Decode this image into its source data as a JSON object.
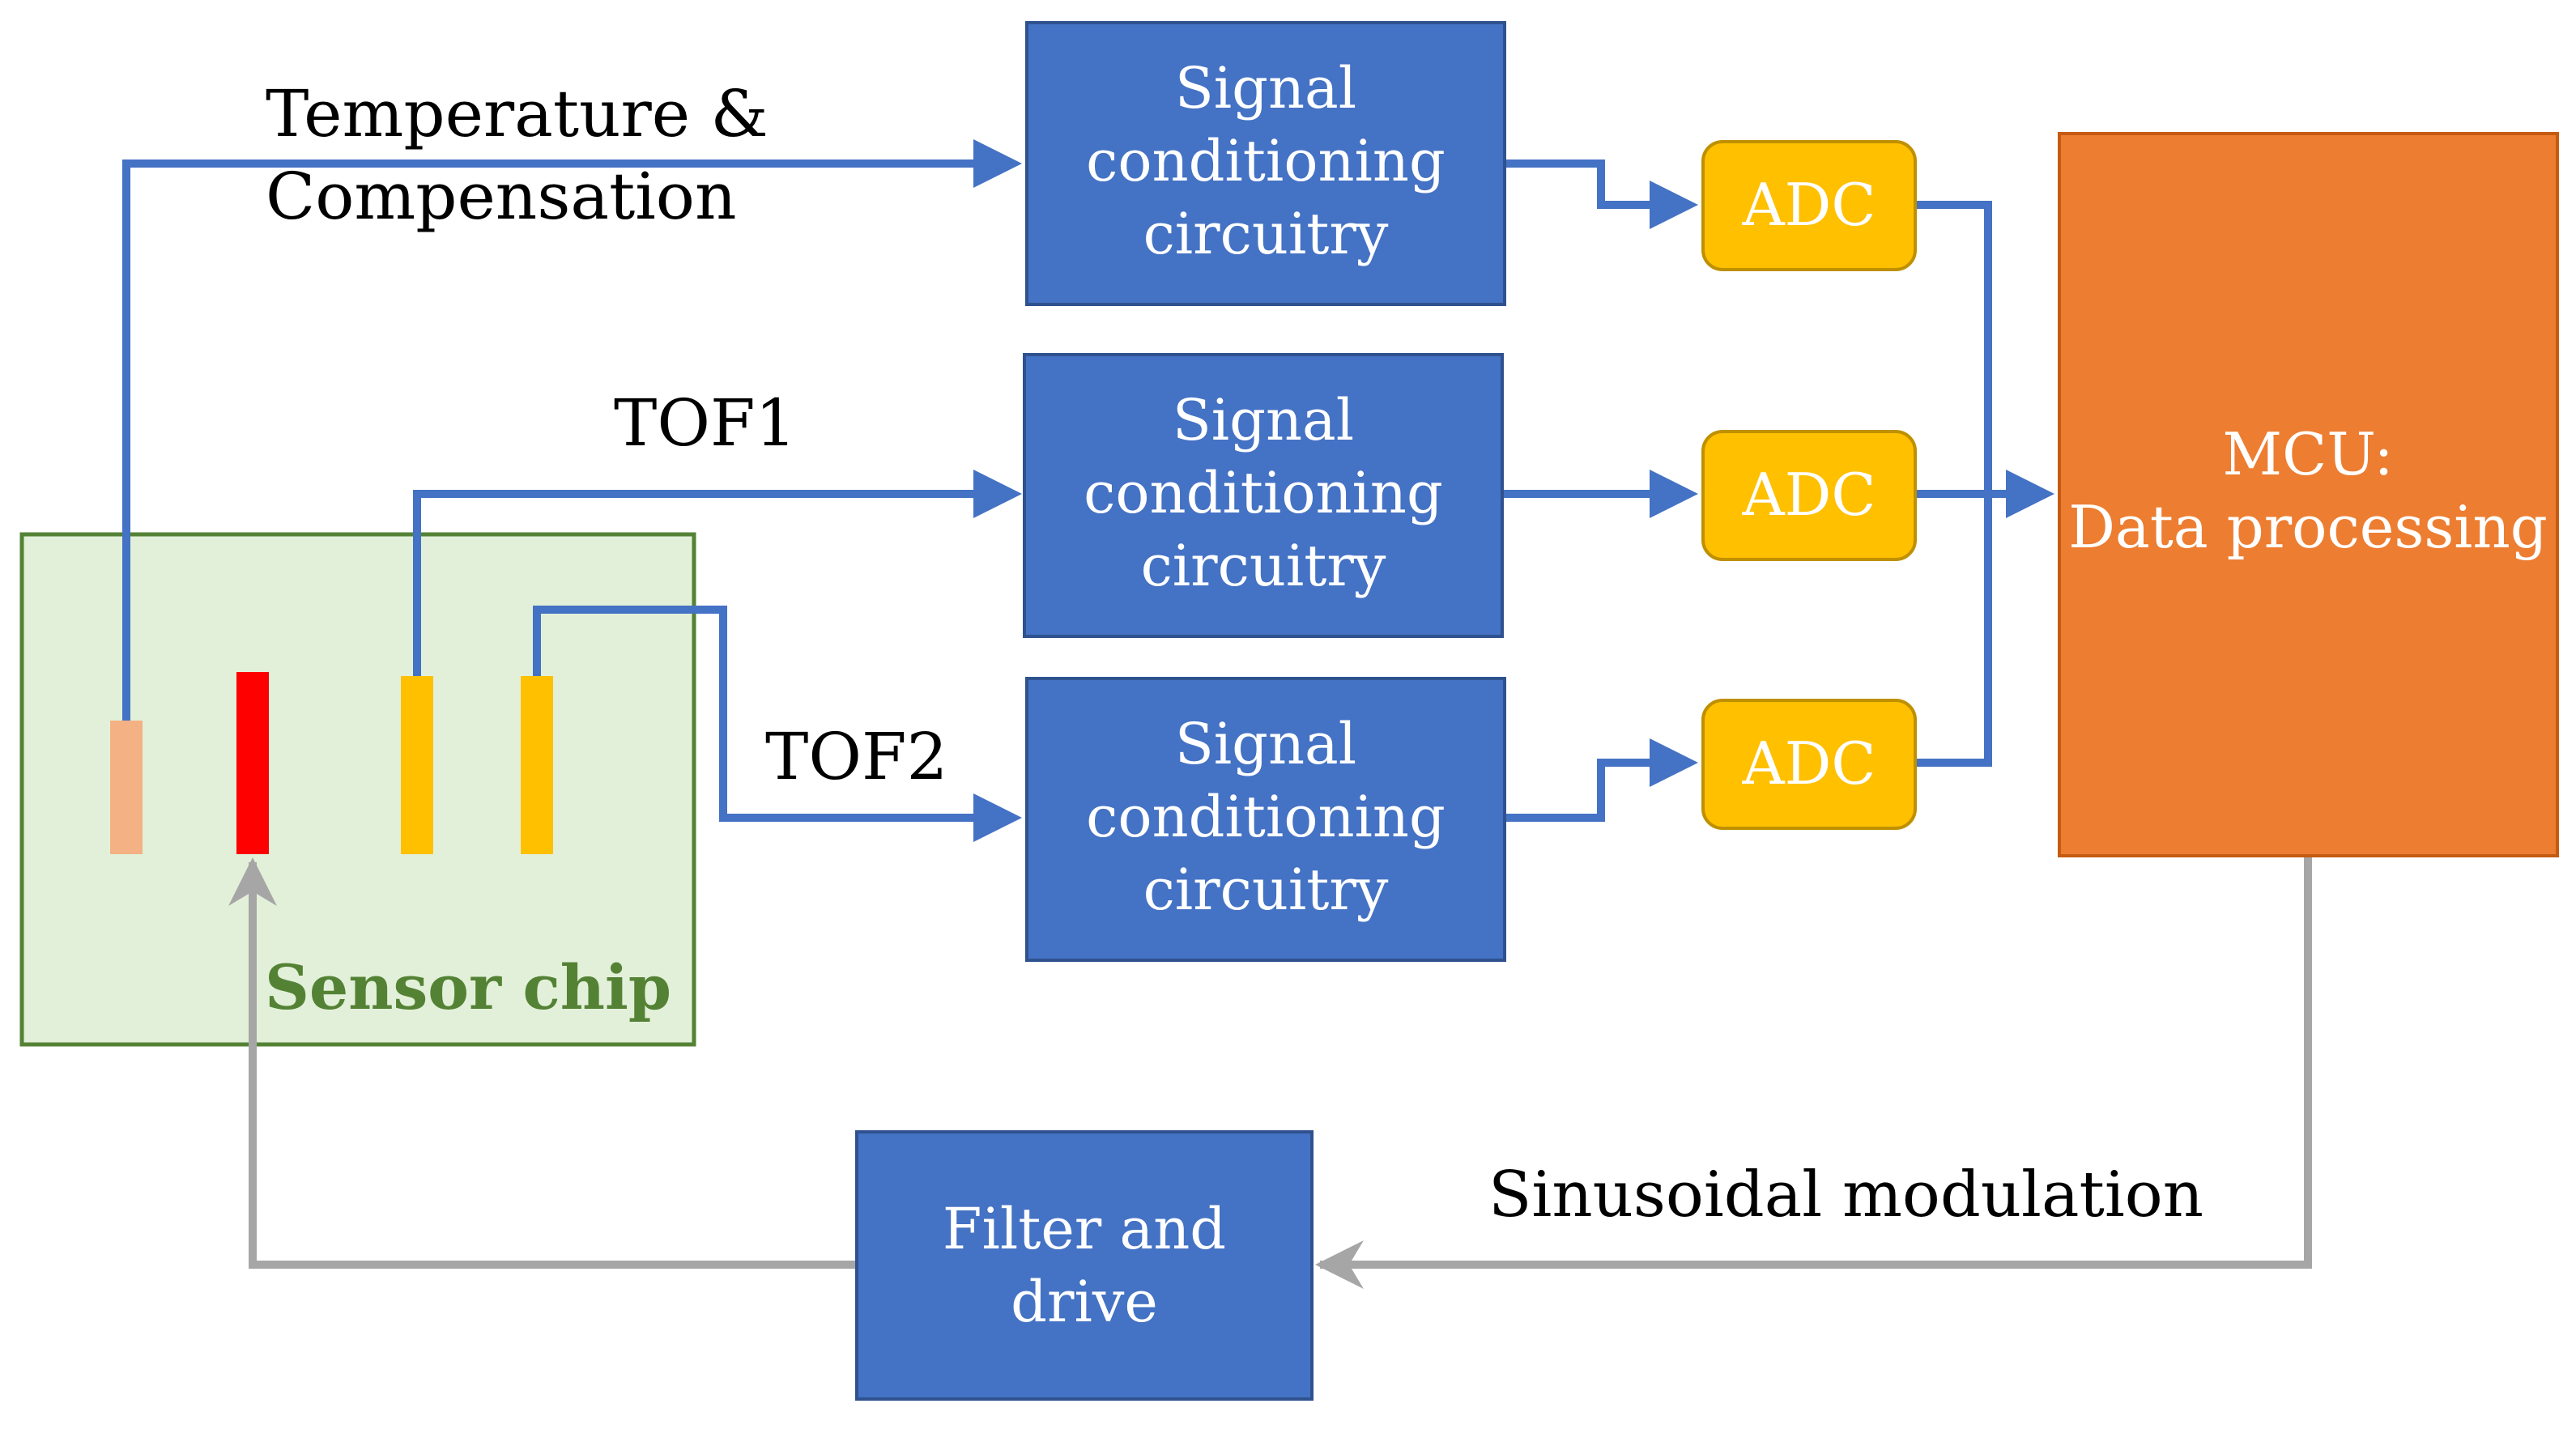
{
  "labels": {
    "temperature_line1": "Temperature &",
    "temperature_line2": "Compensation",
    "tof1": "TOF1",
    "tof2": "TOF2",
    "sinusoidal": "Sinusoidal modulation"
  },
  "signal_blocks": [
    {
      "line1": "Signal",
      "line2": "conditioning",
      "line3": "circuitry"
    },
    {
      "line1": "Signal",
      "line2": "conditioning",
      "line3": "circuitry"
    },
    {
      "line1": "Signal",
      "line2": "conditioning",
      "line3": "circuitry"
    }
  ],
  "adc_blocks": [
    {
      "label": "ADC"
    },
    {
      "label": "ADC"
    },
    {
      "label": "ADC"
    }
  ],
  "mcu": {
    "line1": "MCU:",
    "line2": "Data processing"
  },
  "filter": {
    "line1": "Filter and",
    "line2": "drive"
  },
  "sensor_chip": {
    "label": "Sensor chip"
  },
  "colors": {
    "signal_block": "#4472C4",
    "adc": "#FFC000",
    "mcu": "#ED7D31",
    "sensor_chip_fill": "#E2F0D9",
    "sensor_chip_border": "#548235",
    "sensor_label": "#548235",
    "blue_wire": "#4472C4",
    "gray_wire": "#A6A6A6",
    "heater": "#FF0000",
    "thermistor": "#F4B183",
    "thermopile": "#FFC000"
  }
}
